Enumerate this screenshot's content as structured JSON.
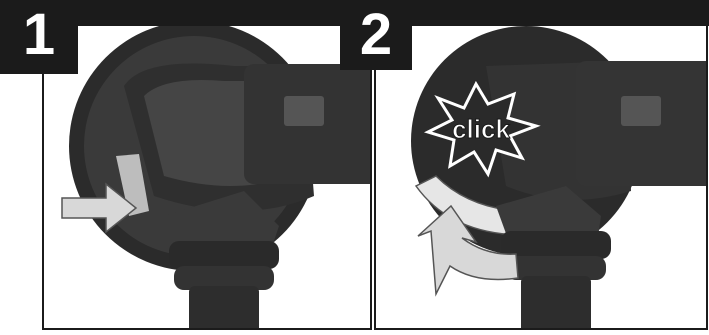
{
  "steps": [
    {
      "number": "1"
    },
    {
      "number": "2",
      "callout": "click"
    }
  ],
  "colors": {
    "frame": "#1b1b1b",
    "tool_dark": "#2e2e2e",
    "tool_mid": "#4a4a4a",
    "arrow_fill": "#d8d8d8"
  },
  "icons": [
    "press-arrow-icon",
    "rotate-arrow-icon",
    "click-burst-icon"
  ]
}
